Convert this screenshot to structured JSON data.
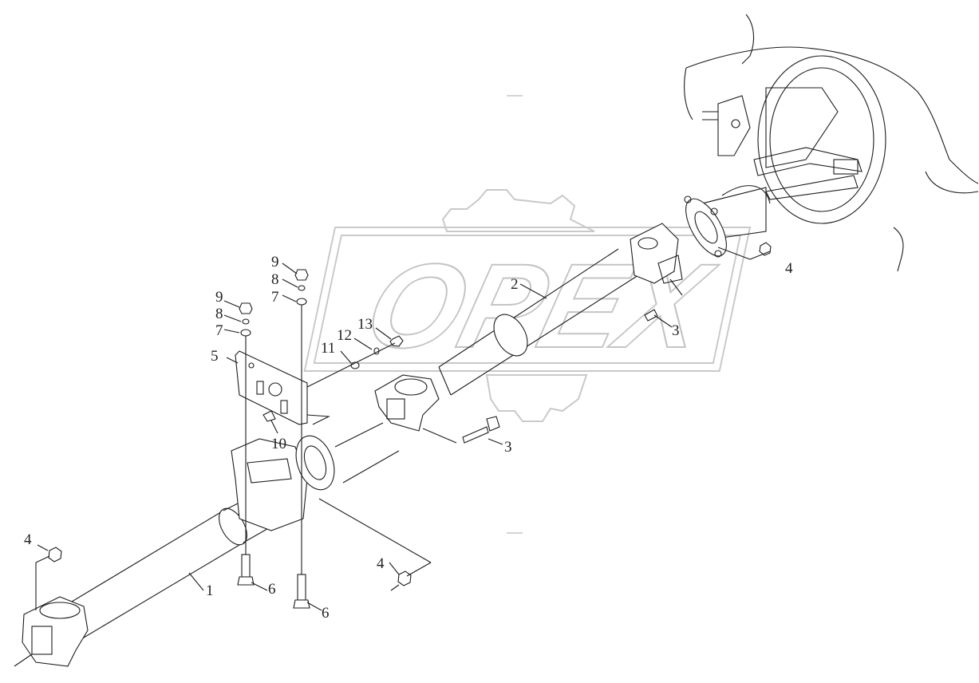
{
  "watermark": {
    "text": "OPEX",
    "color": "#c4c4c4"
  },
  "callouts": [
    {
      "id": "c1",
      "label": "1"
    },
    {
      "id": "c2",
      "label": "2"
    },
    {
      "id": "c3a",
      "label": "3"
    },
    {
      "id": "c3b",
      "label": "3"
    },
    {
      "id": "c4a",
      "label": "4"
    },
    {
      "id": "c4b",
      "label": "4"
    },
    {
      "id": "c4c",
      "label": "4"
    },
    {
      "id": "c5",
      "label": "5"
    },
    {
      "id": "c6a",
      "label": "6"
    },
    {
      "id": "c6b",
      "label": "6"
    },
    {
      "id": "c7a",
      "label": "7"
    },
    {
      "id": "c7b",
      "label": "7"
    },
    {
      "id": "c8a",
      "label": "8"
    },
    {
      "id": "c8b",
      "label": "8"
    },
    {
      "id": "c9a",
      "label": "9"
    },
    {
      "id": "c9b",
      "label": "9"
    },
    {
      "id": "c10",
      "label": "10"
    },
    {
      "id": "c11",
      "label": "11"
    },
    {
      "id": "c12",
      "label": "12"
    },
    {
      "id": "c13",
      "label": "13"
    }
  ],
  "colors": {
    "line": "#1c1c1c",
    "watermark": "#c9c9c9",
    "background": "#ffffff"
  }
}
